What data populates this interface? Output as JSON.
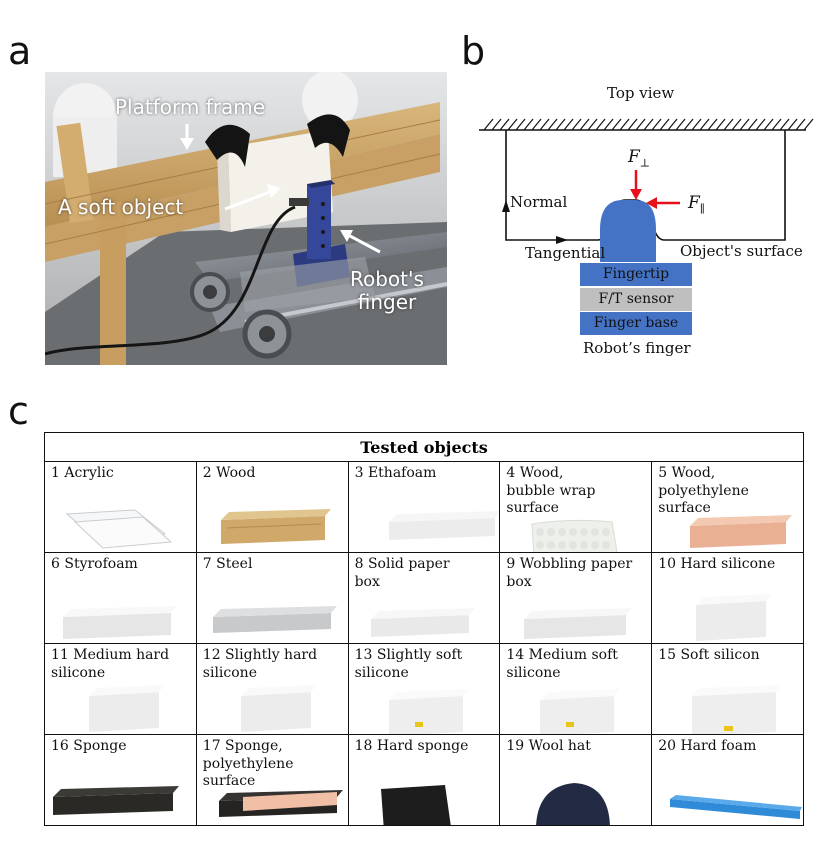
{
  "panels": {
    "a": {
      "label": "a",
      "annotations": {
        "platform_frame": "Platform frame",
        "soft_object": "A soft object",
        "robot_finger": "Robot's\nfinger"
      }
    },
    "b": {
      "label": "b",
      "title": "Top view",
      "normal": "Normal",
      "tangential": "Tangential",
      "surface": "Object's surface",
      "f_perp_symbol": "F",
      "f_perp_sub": "⊥",
      "f_par_symbol": "F",
      "f_par_sub": "∥",
      "fingertip": "Fingertip",
      "ft_sensor": "F/T sensor",
      "finger_base": "Finger base",
      "robot_finger": "Robot’s finger",
      "colors": {
        "finger": "#4472c4",
        "sensor": "#bfbfbf",
        "force": "#e8111b"
      }
    },
    "c": {
      "label": "c",
      "table_title": "Tested objects",
      "objects": [
        {
          "name": "1 Acrylic",
          "look": "acrylic"
        },
        {
          "name": "2 Wood",
          "look": "wood"
        },
        {
          "name": "3 Ethafoam",
          "look": "ethafoam"
        },
        {
          "name": "4 Wood,\nbubble wrap surface",
          "look": "bubble"
        },
        {
          "name": "5 Wood,\npolyethylene surface",
          "look": "poly"
        },
        {
          "name": "6 Styrofoam",
          "look": "styro"
        },
        {
          "name": "7 Steel",
          "look": "steel"
        },
        {
          "name": "8 Solid paper\nbox",
          "look": "paper"
        },
        {
          "name": "9 Wobbling paper\nbox",
          "look": "paper2"
        },
        {
          "name": "10 Hard silicone",
          "look": "silicone"
        },
        {
          "name": "11 Medium hard\nsilicone",
          "look": "silicone"
        },
        {
          "name": "12 Slightly hard\nsilicone",
          "look": "silicone"
        },
        {
          "name": "13 Slightly soft\nsilicone",
          "look": "silicone_tag"
        },
        {
          "name": "14 Medium soft\nsilicone",
          "look": "silicone_tag"
        },
        {
          "name": "15 Soft silicon",
          "look": "silicone_tag_big"
        },
        {
          "name": "16 Sponge",
          "look": "sponge"
        },
        {
          "name": "17 Sponge,\npolyethylene surface",
          "look": "sponge_poly"
        },
        {
          "name": "18 Hard sponge",
          "look": "hardsponge"
        },
        {
          "name": "19 Wool hat",
          "look": "hat"
        },
        {
          "name": "20 Hard foam",
          "look": "foam"
        }
      ]
    }
  }
}
